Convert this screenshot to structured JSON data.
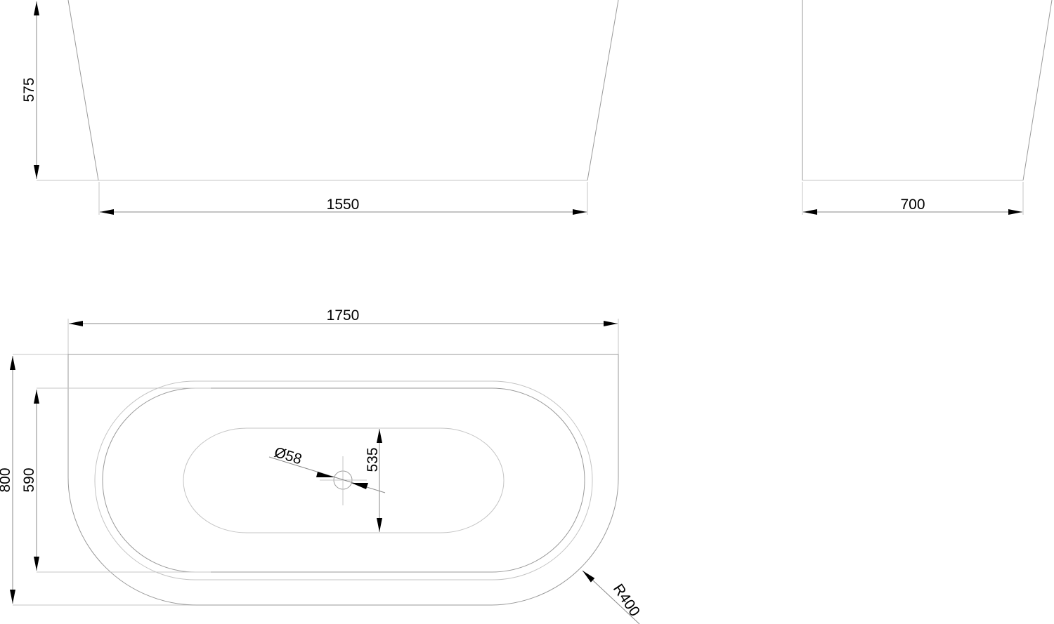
{
  "drawing": {
    "front_view": {
      "height": "575",
      "base_length": "1550"
    },
    "side_view": {
      "base_width": "700"
    },
    "plan_view": {
      "overall_length": "1750",
      "overall_width": "800",
      "inner_width": "590",
      "basin_width": "535",
      "drain_diameter": "Ø58",
      "corner_radius": "R400"
    }
  }
}
